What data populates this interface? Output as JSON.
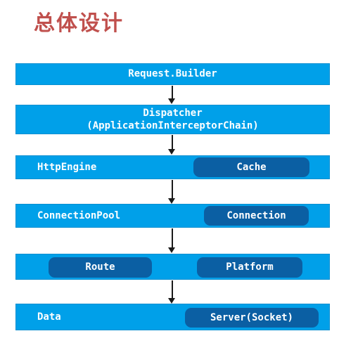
{
  "title": "总体设计",
  "layers": {
    "request_builder": {
      "label": "Request.Builder"
    },
    "dispatcher": {
      "line1": "Dispatcher",
      "line2": "(ApplicationInterceptorChain)"
    },
    "http_engine": {
      "label": "HttpEngine",
      "pill": "Cache"
    },
    "connection_pool": {
      "label": "ConnectionPool",
      "pill": "Connection"
    },
    "route_platform": {
      "pill_left": "Route",
      "pill_right": "Platform"
    },
    "data": {
      "label": "Data",
      "pill": "Server(Socket)"
    }
  },
  "colors": {
    "title": "#c0504d",
    "layer_fill": "#00a0e9",
    "pill_fill": "#0b5fa3",
    "arrow": "#1a1a1a"
  },
  "icons": [
    "arrow-down-icon"
  ]
}
